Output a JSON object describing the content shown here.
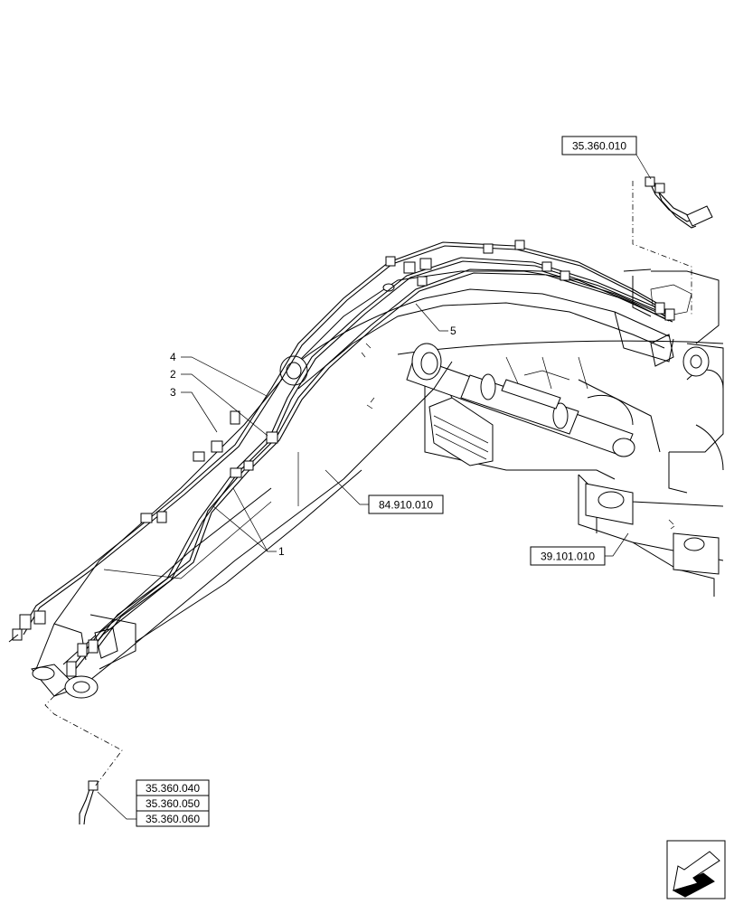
{
  "references": {
    "top_right": "35.360.010",
    "boom": "84.910.010",
    "frame": "39.101.010",
    "bottom_stack": [
      "35.360.040",
      "35.360.050",
      "35.360.060"
    ]
  },
  "callouts": {
    "c1": "1",
    "c2": "2",
    "c3": "3",
    "c4": "4",
    "c5": "5"
  },
  "icons": {
    "nav": "view-direction-arrow-icon"
  }
}
